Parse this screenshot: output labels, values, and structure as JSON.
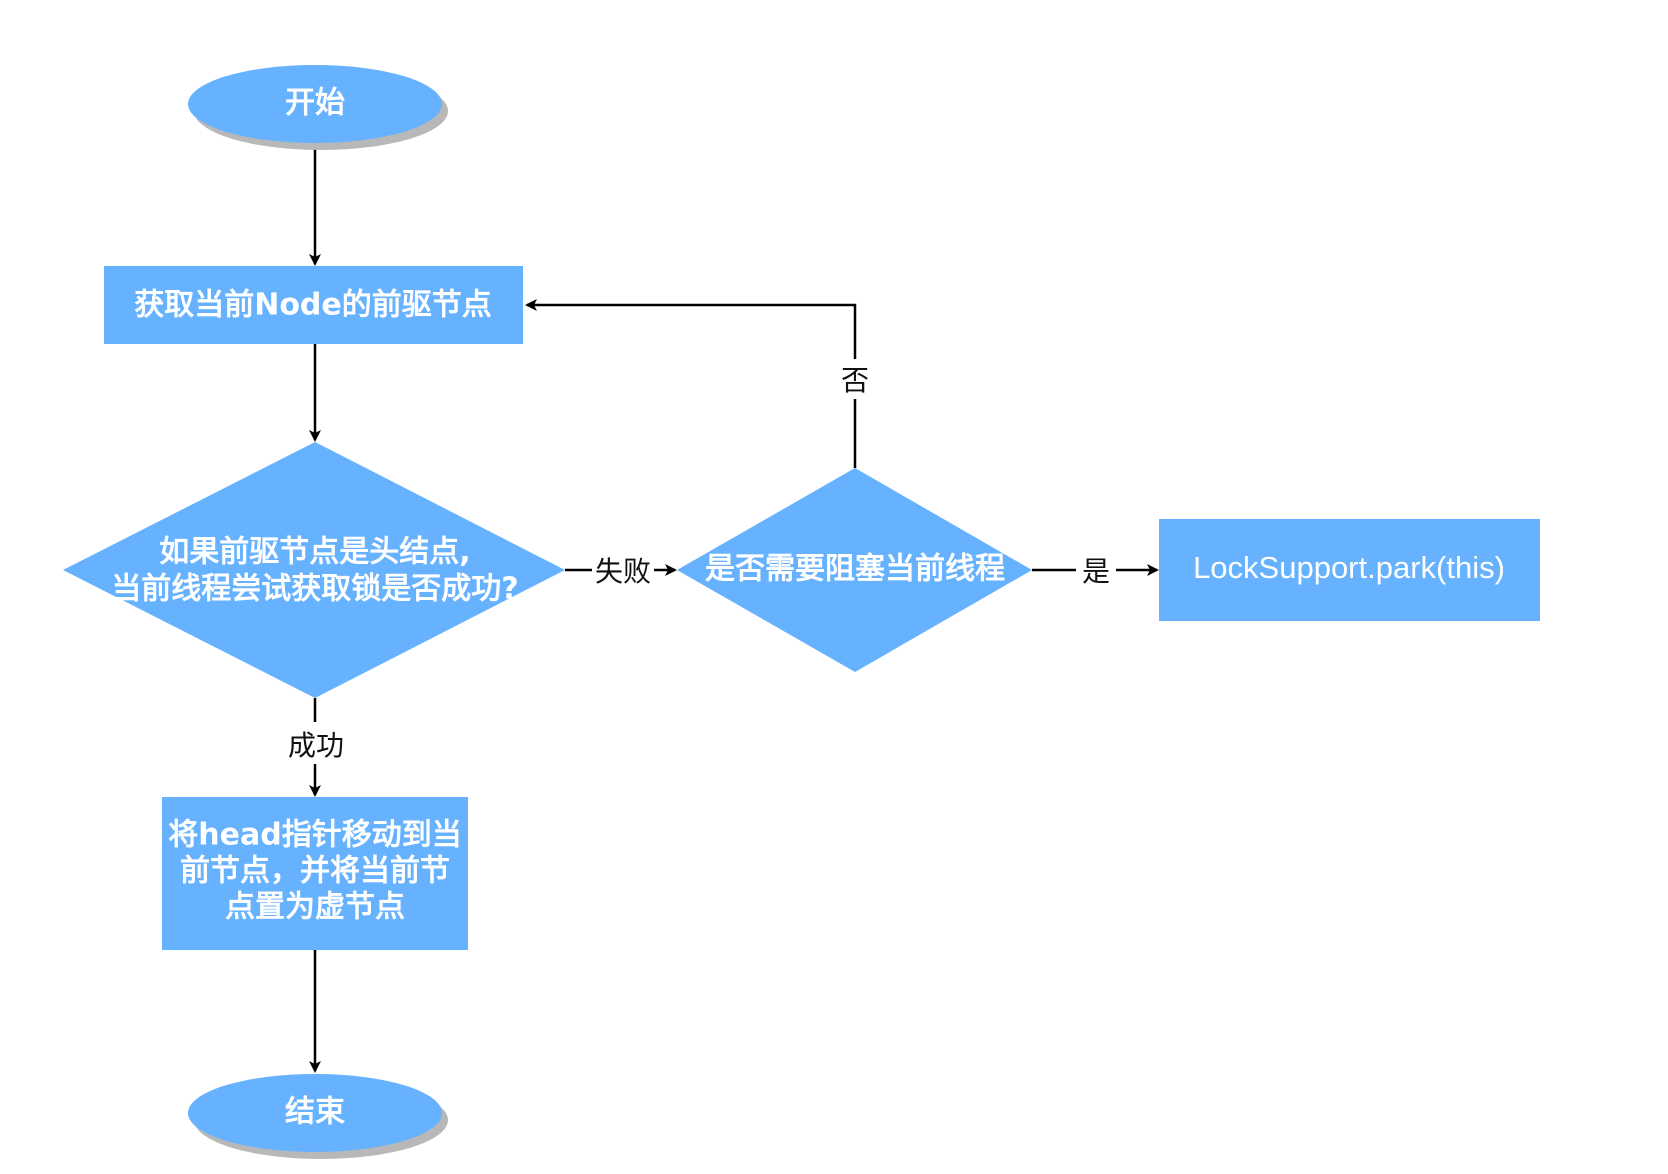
{
  "diagram": {
    "nodes": {
      "start": {
        "label": "开始"
      },
      "get_predecessor": {
        "label": "获取当前Node的前驱节点"
      },
      "try_acquire": {
        "lines": [
          "如果前驱节点是头结点,",
          "当前线程尝试获取锁是否成功?"
        ]
      },
      "should_park": {
        "label": "是否需要阻塞当前线程"
      },
      "park": {
        "label": "LockSupport.park(this)"
      },
      "set_head": {
        "lines": [
          "将head指针移动到当",
          "前节点，并将当前节",
          "点置为虚节点"
        ]
      },
      "end": {
        "label": "结束"
      }
    },
    "edges": {
      "fail": {
        "label": "失败"
      },
      "success": {
        "label": "成功"
      },
      "no": {
        "label": "否"
      },
      "yes": {
        "label": "是"
      }
    }
  },
  "colors": {
    "node_fill": "#66b2ff",
    "shadow": "#b8b8b8",
    "line": "#000000"
  }
}
